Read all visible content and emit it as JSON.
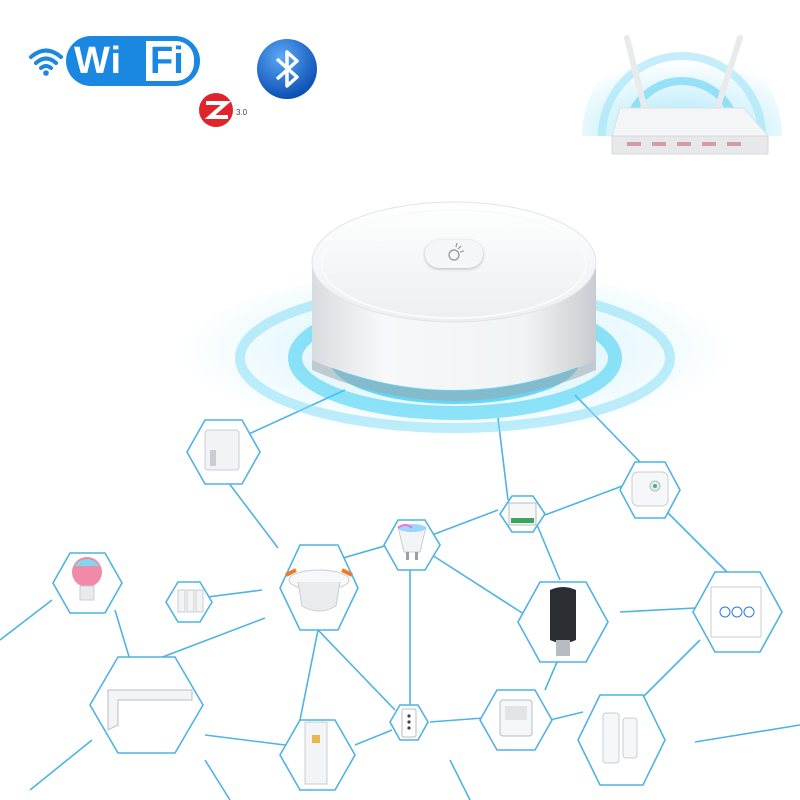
{
  "logos": {
    "wifi_word": "Wi",
    "wifi_fi": "Fi",
    "zigbee_version": "3.0",
    "bluetooth": "bluetooth-icon",
    "router": "router-icon"
  },
  "hub": {
    "name": "smart-hub",
    "button_icon": "pairing-icon"
  },
  "devices": [
    "smart-plug-icon",
    "smart-bulb-icon",
    "downlight-icon",
    "gu10-spot-bulb-icon",
    "relay-module-icon",
    "radiator-valve-icon",
    "wall-switch-icon",
    "curtain-rail-icon",
    "door-sensor-icon",
    "thermostat-display-icon",
    "fingerbot-icon",
    "remote-icon"
  ],
  "colors": {
    "network_line": "#4fb3e3",
    "glow": "#2ec4f0",
    "wifi_blue": "#1a87e0",
    "zigbee_red": "#e0242b",
    "bluetooth_blue": "#1562c9"
  }
}
